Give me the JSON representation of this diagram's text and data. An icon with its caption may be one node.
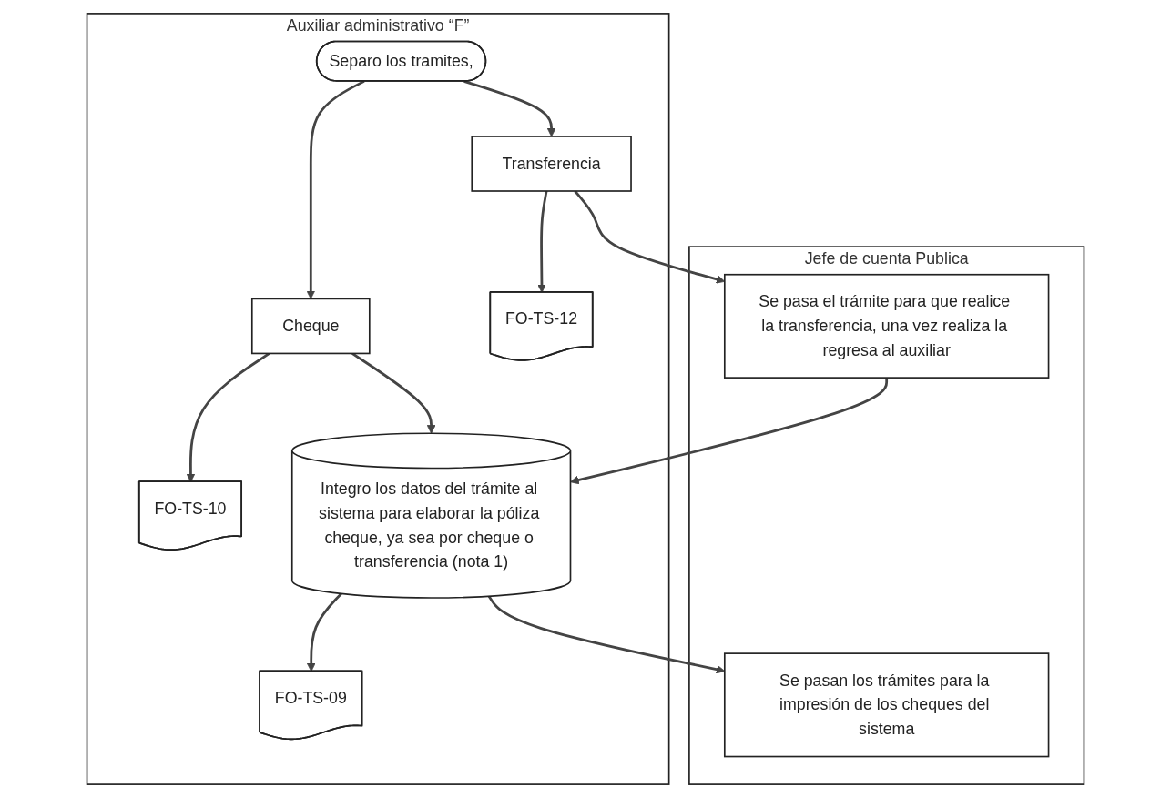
{
  "diagram": {
    "nodes": [
      {
        "text": [
          "Auxiliar administrativo “F”"
        ]
      },
      {
        "text": [
          "Jefe de cuenta Publica"
        ]
      },
      {
        "text": [
          "Separo los tramites,"
        ],
        "in": 0
      },
      {
        "text": [
          "FO-TS-10"
        ],
        "in": 0
      },
      {
        "text": [
          "Cheque"
        ],
        "in": 0
      },
      {
        "text": [
          "Transferencia"
        ],
        "in": 0
      },
      {
        "text": [
          "FO-TS-12"
        ],
        "in": 0
      },
      {
        "text": [
          "Integro los datos del trámite al sistema para elaborar la póliza cheque, ya sea por cheque o transferencia (nota 1)"
        ],
        "in": 0
      },
      {
        "text": [
          "FO-TS-09"
        ],
        "in": 0
      },
      {
        "text": [
          "Se pasa el trámite para que realice la transferencia, una vez realiza la regresa al auxiliar"
        ],
        "in": 1
      },
      {
        "text": [
          "Se pasan los trámites para la impresión de los cheques del sistema"
        ],
        "in": 1
      }
    ],
    "edges": [
      {
        "from": 2,
        "to": 4,
        "arrow": "to"
      },
      {
        "from": 2,
        "to": 5,
        "arrow": "to"
      },
      {
        "from": 4,
        "to": 3,
        "arrow": "to"
      },
      {
        "from": 4,
        "to": 7,
        "arrow": "to"
      },
      {
        "from": 5,
        "to": 6,
        "arrow": "to"
      },
      {
        "from": 5,
        "to": 9,
        "arrow": "to"
      },
      {
        "from": 9,
        "to": 7,
        "arrow": "to"
      },
      {
        "from": 7,
        "to": 10,
        "arrow": "to"
      },
      {
        "from": 7,
        "to": 8,
        "arrow": "to"
      }
    ]
  }
}
